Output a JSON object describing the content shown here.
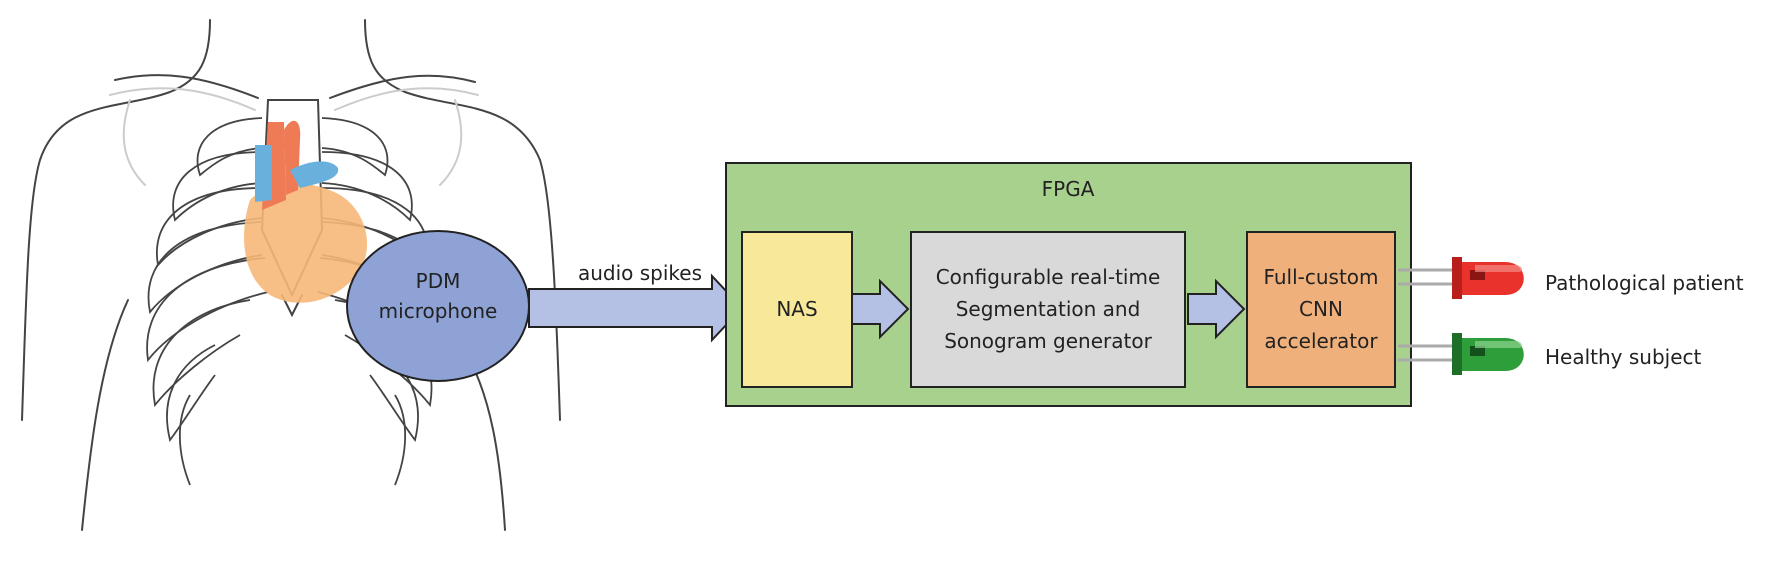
{
  "microphone": {
    "line1": "PDM",
    "line2": "microphone"
  },
  "arrow_label": "audio spikes",
  "fpga": {
    "title": "FPGA",
    "nas": "NAS",
    "segmentation": {
      "line1": "Configurable real-time",
      "line2": "Segmentation and",
      "line3": "Sonogram generator"
    },
    "cnn": {
      "line1": "Full-custom",
      "line2": "CNN",
      "line3": "accelerator"
    }
  },
  "outputs": {
    "pathological": "Pathological patient",
    "healthy": "Healthy subject"
  },
  "colors": {
    "fpga_fill": "#a9d18e",
    "nas_fill": "#f7e89a",
    "segmentation_fill": "#d9d9d9",
    "cnn_fill": "#f0b07c",
    "microphone_fill": "#8fa2d6",
    "arrow_fill": "#b4c1e4",
    "led_red": "#e8322b",
    "led_green": "#2e9e3a"
  }
}
